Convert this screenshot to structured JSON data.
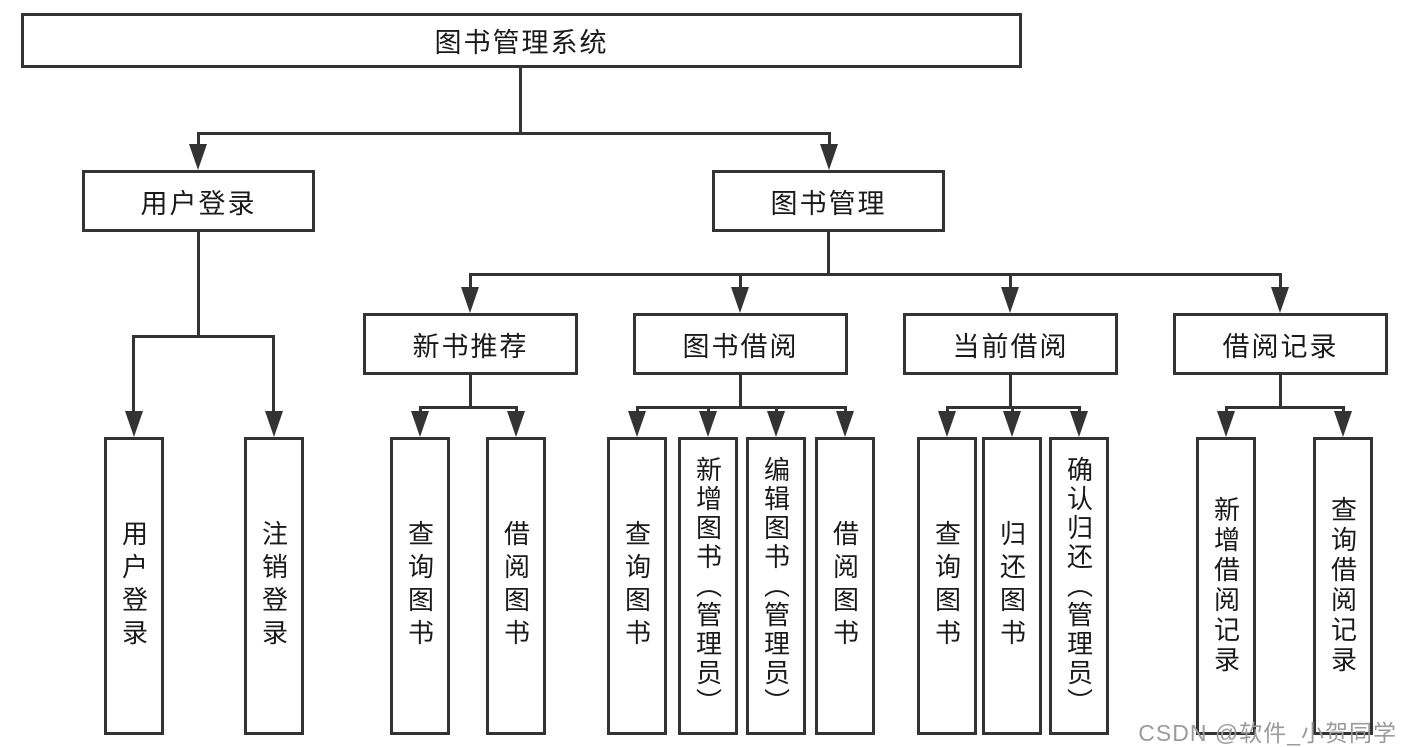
{
  "diagram": {
    "root": "图书管理系统",
    "branches": [
      {
        "label": "用户登录",
        "children": [
          "用户登录",
          "注销登录"
        ]
      },
      {
        "label": "图书管理",
        "children": [
          {
            "label": "新书推荐",
            "children": [
              "查询图书",
              "借阅图书"
            ]
          },
          {
            "label": "图书借阅",
            "children": [
              "查询图书",
              "新增图书（管理员）",
              "编辑图书（管理员）",
              "借阅图书"
            ]
          },
          {
            "label": "当前借阅",
            "children": [
              "查询图书",
              "归还图书",
              "确认归还（管理员）"
            ]
          },
          {
            "label": "借阅记录",
            "children": [
              "新增借阅记录",
              "查询借阅记录"
            ]
          }
        ]
      }
    ]
  },
  "watermark": "CSDN @软件_小贺同学",
  "colors": {
    "line": "#333333",
    "text": "#1a1a1a",
    "watermark": "#9b9b9b",
    "background": "#ffffff"
  }
}
